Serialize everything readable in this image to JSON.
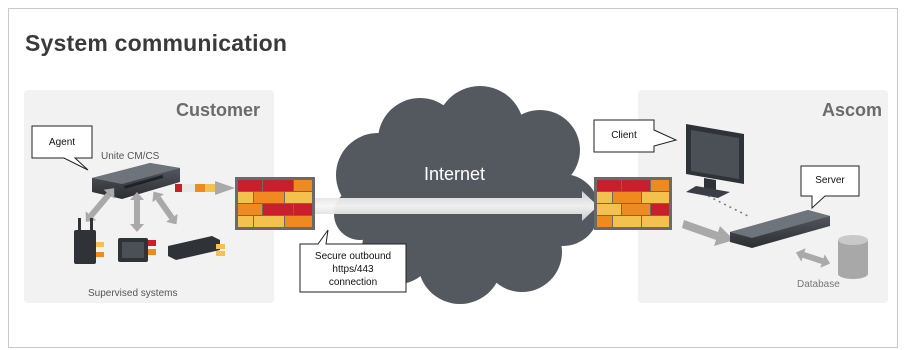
{
  "title": "System communication",
  "customer": {
    "title": "Customer",
    "agent_label": "Agent",
    "device_label": "Unite CM/CS",
    "systems_label": "Supervised  systems"
  },
  "internet": {
    "label": "Internet"
  },
  "connection_note": {
    "line1": "Secure outbound",
    "line2": "https/443",
    "line3": "connection"
  },
  "ascom": {
    "title": "Ascom",
    "client_label": "Client",
    "server_label": "Server",
    "database_label": "Database"
  },
  "colors": {
    "panel": "#f2f2f2",
    "cloud": "#54595f",
    "firewall_red": "#c8202a",
    "firewall_orange": "#ef8a1e",
    "firewall_yellow": "#f2c14e",
    "arrow_gray": "#a9a9a9"
  }
}
